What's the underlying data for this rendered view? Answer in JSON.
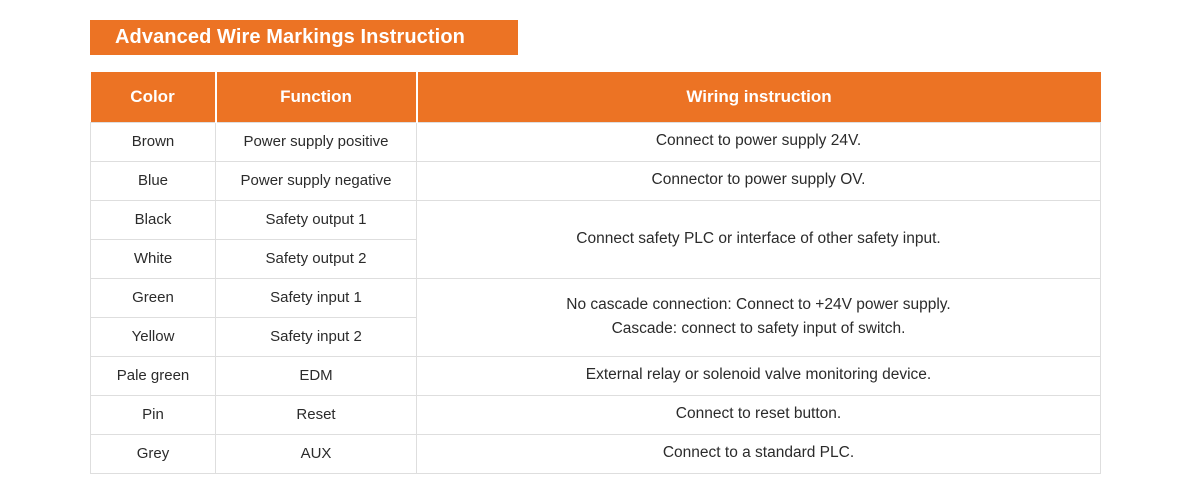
{
  "banner": {
    "title": "Advanced Wire Markings Instruction",
    "background_color": "#EC7324",
    "text_color": "#FFFFFF"
  },
  "table": {
    "header": {
      "color": "Color",
      "function": "Function",
      "wiring": "Wiring instruction"
    },
    "header_background_color": "#EC7324",
    "border_color": "#DEDEDE",
    "rows": [
      {
        "color": "Brown",
        "function": "Power supply positive"
      },
      {
        "color": "Blue",
        "function": "Power supply negative"
      },
      {
        "color": "Black",
        "function": "Safety output 1"
      },
      {
        "color": "White",
        "function": "Safety output 2"
      },
      {
        "color": "Green",
        "function": "Safety input 1"
      },
      {
        "color": "Yellow",
        "function": "Safety input 2"
      },
      {
        "color": "Pale green",
        "function": "EDM"
      },
      {
        "color": "Pin",
        "function": "Reset"
      },
      {
        "color": "Grey",
        "function": "AUX"
      }
    ],
    "wiring_cells": [
      {
        "rowspan": 1,
        "lines": [
          "Connect to power supply 24V."
        ]
      },
      {
        "rowspan": 1,
        "lines": [
          "Connector to power supply OV."
        ]
      },
      {
        "rowspan": 2,
        "lines": [
          "Connect safety PLC or interface of other safety input."
        ]
      },
      {
        "rowspan": 2,
        "lines": [
          "No cascade connection: Connect to +24V power supply.",
          "Cascade: connect to safety input of switch."
        ]
      },
      {
        "rowspan": 1,
        "lines": [
          "External relay or solenoid valve monitoring device."
        ]
      },
      {
        "rowspan": 1,
        "lines": [
          "Connect to reset button."
        ]
      },
      {
        "rowspan": 1,
        "lines": [
          "Connect to a standard PLC."
        ]
      }
    ]
  }
}
